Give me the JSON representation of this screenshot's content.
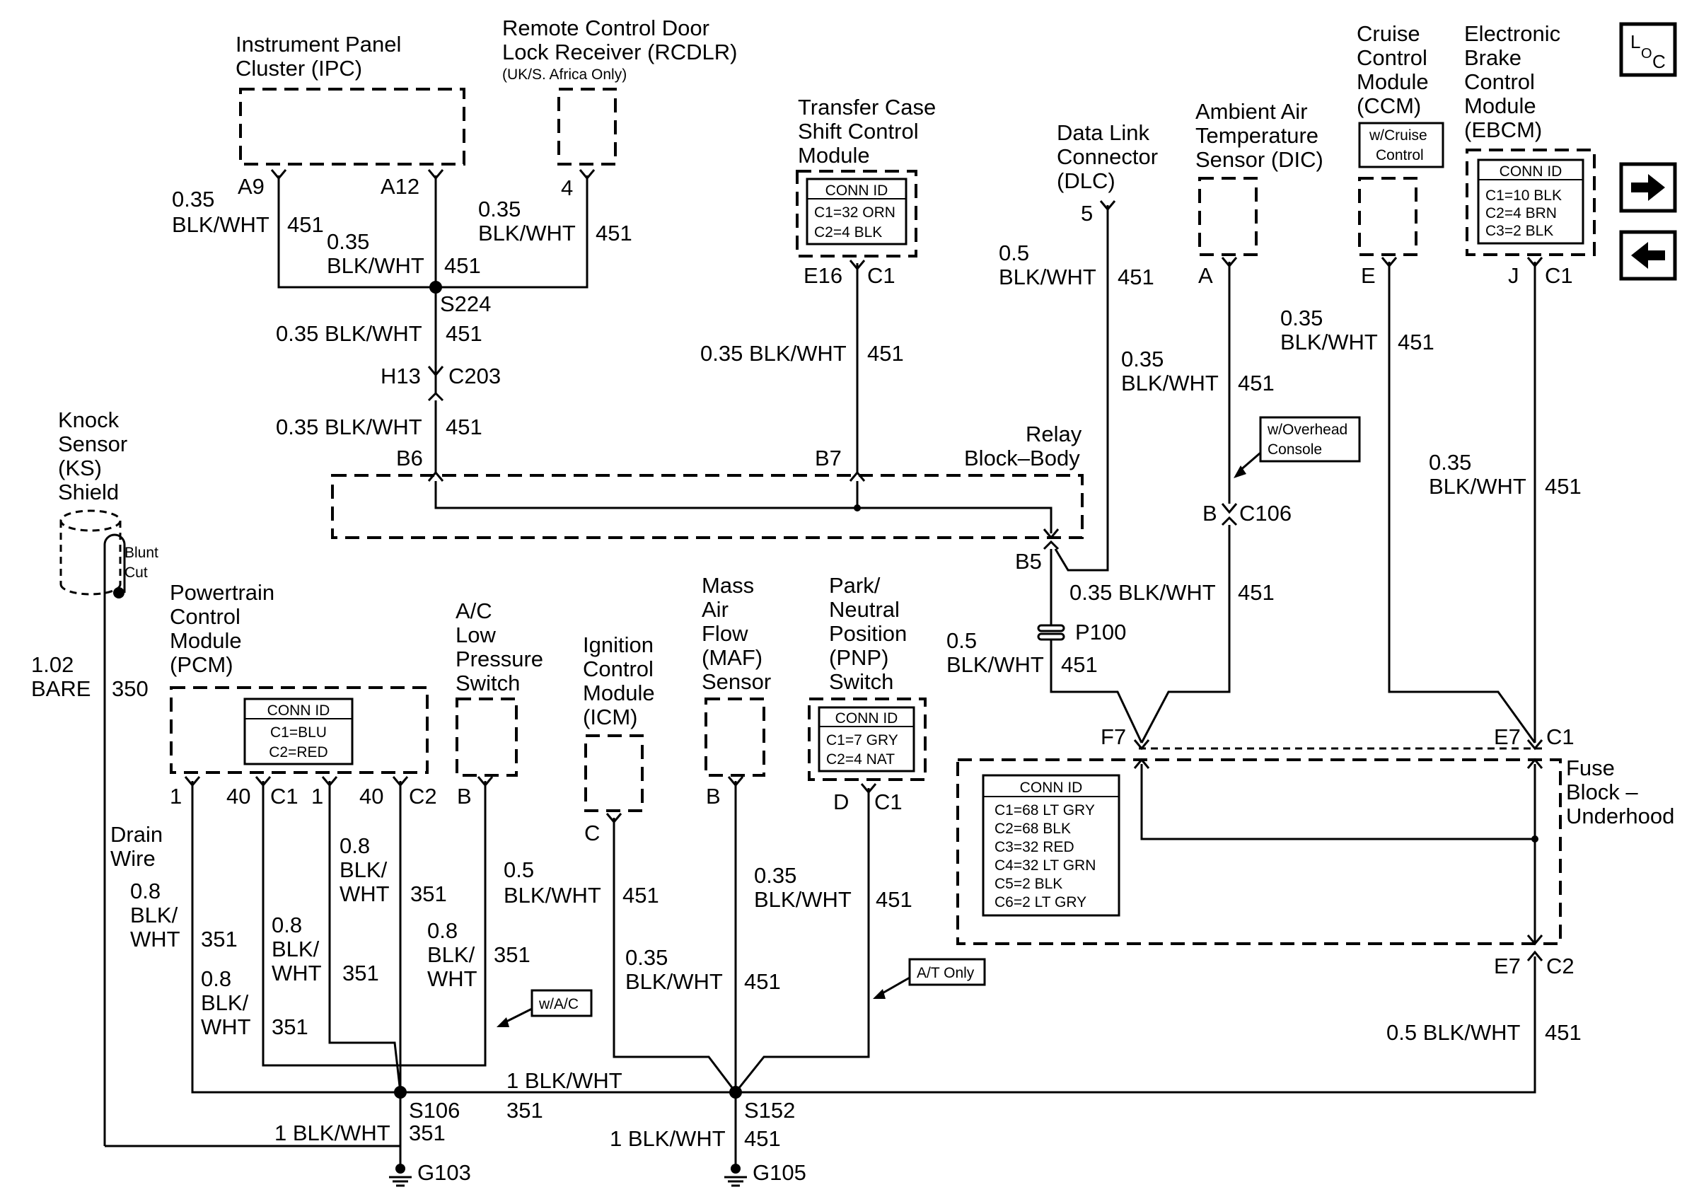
{
  "nav": {
    "loc_button": {
      "l": "L",
      "o": "O",
      "c": "C"
    },
    "next_icon": "arrow-right-icon",
    "prev_icon": "arrow-left-icon"
  },
  "components": {
    "ipc": {
      "title1": "Instrument Panel",
      "title2": "Cluster (IPC)",
      "pin_a9": "A9",
      "pin_a12": "A12"
    },
    "rcdlr": {
      "title1": "Remote Control Door",
      "title2": "Lock Receiver (RCDLR)",
      "note": "(UK/S. Africa Only)",
      "pin": "4"
    },
    "tcscm": {
      "title1": "Transfer Case",
      "title2": "Shift Control",
      "title3": "Module",
      "conn_id": "CONN ID",
      "c1": "C1=32 ORN",
      "c2": "C2=4 BLK",
      "pin_e16": "E16",
      "pin_c1": "C1"
    },
    "dlc": {
      "title1": "Data Link",
      "title2": "Connector",
      "title3": "(DLC)",
      "pin": "5"
    },
    "aats": {
      "title1": "Ambient Air",
      "title2": "Temperature",
      "title3": "Sensor (DIC)",
      "pin": "A"
    },
    "ccm": {
      "title1": "Cruise",
      "title2": "Control",
      "title3": "Module",
      "title4": "(CCM)",
      "opt1": "w/Cruise",
      "opt2": "Control",
      "pin": "E"
    },
    "ebcm": {
      "title1": "Electronic",
      "title2": "Brake",
      "title3": "Control",
      "title4": "Module",
      "title5": "(EBCM)",
      "conn_id": "CONN ID",
      "c1": "C1=10 BLK",
      "c2": "C2=4 BRN",
      "c3": "C3=2 BLK",
      "pin_j": "J",
      "pin_c1": "C1"
    },
    "ks": {
      "title1": "Knock",
      "title2": "Sensor",
      "title3": "(KS)",
      "title4": "Shield",
      "blunt1": "Blunt",
      "blunt2": "Cut"
    },
    "relay_block": {
      "title1": "Relay",
      "title2": "Block–Body",
      "pin_b6": "B6",
      "pin_b7": "B7",
      "pin_b5": "B5"
    },
    "pcm": {
      "title1": "Powertrain",
      "title2": "Control",
      "title3": "Module",
      "title4": "(PCM)",
      "conn_id": "CONN ID",
      "c1": "C1=BLU",
      "c2": "C2=RED",
      "pin_1a": "1",
      "pin_40a": "40",
      "pin_c1": "C1",
      "pin_1b": "1",
      "pin_40b": "40",
      "pin_c2": "C2"
    },
    "acls": {
      "title1": "A/C",
      "title2": "Low",
      "title3": "Pressure",
      "title4": "Switch",
      "pin": "B"
    },
    "icm": {
      "title1": "Ignition",
      "title2": "Control",
      "title3": "Module",
      "title4": "(ICM)",
      "pin": "C"
    },
    "maf": {
      "title1": "Mass",
      "title2": "Air",
      "title3": "Flow",
      "title4": "(MAF)",
      "title5": "Sensor",
      "pin": "B"
    },
    "pnp": {
      "title1": "Park/",
      "title2": "Neutral",
      "title3": "Position",
      "title4": "(PNP)",
      "title5": "Switch",
      "conn_id": "CONN ID",
      "c1": "C1=7 GRY",
      "c2": "C2=4 NAT",
      "pin_d": "D",
      "pin_c1": "C1"
    },
    "fuse_block": {
      "title1": "Fuse",
      "title2": "Block –",
      "title3": "Underhood",
      "conn_id": "CONN ID",
      "c1": "C1=68 LT GRY",
      "c2": "C2=68 BLK",
      "c3": "C3=32 RED",
      "c4": "C4=32 LT GRN",
      "c5": "C5=2 BLK",
      "c6": "C6=2 LT GRY",
      "pin_f7": "F7",
      "pin_e7a": "E7",
      "pin_c1": "C1",
      "pin_e7b": "E7",
      "pin_c2": "C2"
    }
  },
  "splices": {
    "s224": "S224",
    "s106": "S106",
    "s152": "S152",
    "p100": "P100"
  },
  "connectors": {
    "h13": "H13",
    "c203": "C203",
    "b": "B",
    "c106": "C106"
  },
  "grounds": {
    "g103": "G103",
    "g105": "G105"
  },
  "options": {
    "overhead1": "w/Overhead",
    "overhead2": "Console",
    "wac": "w/A/C",
    "at_only": "A/T Only"
  },
  "wires": {
    "ipc_a9_gauge": "0.35",
    "ipc_a9_color": "BLK/WHT",
    "ipc_a9_circuit": "451",
    "ipc_a12_gauge": "0.35",
    "ipc_a12_color": "BLK/WHT",
    "ipc_a12_circuit": "451",
    "rcdlr_gauge": "0.35",
    "rcdlr_color": "BLK/WHT",
    "rcdlr_circuit": "451",
    "s224_down": "0.35 BLK/WHT",
    "s224_down_circuit": "451",
    "c203_down": "0.35 BLK/WHT",
    "c203_down_circuit": "451",
    "tcscm_wire": "0.35 BLK/WHT",
    "tcscm_circuit": "451",
    "dlc_gauge": "0.5",
    "dlc_color": "BLK/WHT",
    "dlc_circuit": "451",
    "aats_gauge": "0.35",
    "aats_color": "BLK/WHT",
    "aats_circuit": "451",
    "c106_wire": "0.35 BLK/WHT",
    "c106_circuit": "451",
    "ccm_gauge": "0.35",
    "ccm_color": "BLK/WHT",
    "ccm_circuit": "451",
    "ebcm_gauge": "0.35",
    "ebcm_color": "BLK/WHT",
    "ebcm_circuit": "451",
    "p100_gauge": "0.5",
    "p100_color": "BLK/WHT",
    "p100_circuit": "451",
    "ks_gauge": "1.02",
    "ks_color": "BARE",
    "ks_circuit": "350",
    "drain1": "Drain",
    "drain2": "Wire",
    "pcm1_gauge": "0.8",
    "pcm1_color1": "BLK/",
    "pcm1_color2": "WHT",
    "pcm1_circuit": "351",
    "pcm40a_gauge": "0.8",
    "pcm40a_color1": "BLK/",
    "pcm40a_color2": "WHT",
    "pcm40a_circuit": "351",
    "pcm1b_gauge": "0.8",
    "pcm1b_color1": "BLK/",
    "pcm1b_color2": "WHT",
    "pcm1b_circuit": "351",
    "pcm40b_gauge": "0.8",
    "pcm40b_color1": "BLK/",
    "pcm40b_color2": "WHT",
    "pcm40b_circuit": "351",
    "acls_gauge": "0.8",
    "acls_color1": "BLK/",
    "acls_color2": "WHT",
    "acls_circuit": "351",
    "icm_gauge": "0.5",
    "icm_color": "BLK/WHT",
    "icm_circuit": "451",
    "maf_gauge": "0.35",
    "maf_color": "BLK/WHT",
    "maf_circuit": "451",
    "pnp_gauge": "0.35",
    "pnp_color": "BLK/WHT",
    "pnp_circuit": "451",
    "e7c2_wire": "0.5 BLK/WHT",
    "e7c2_circuit": "451",
    "s106_s152_wire": "1 BLK/WHT",
    "s106_s152_circuit": "351",
    "g103_wire": "1 BLK/WHT",
    "g103_circuit": "351",
    "g105_wire": "1 BLK/WHT",
    "g105_circuit": "451"
  }
}
